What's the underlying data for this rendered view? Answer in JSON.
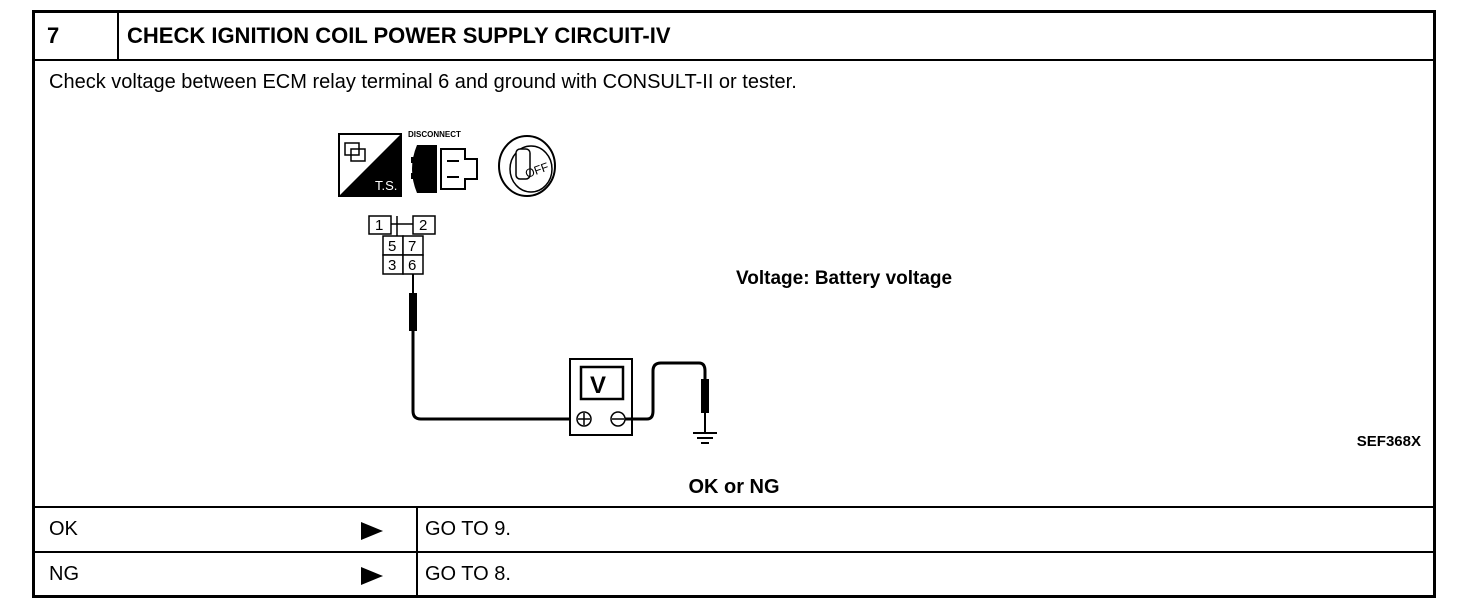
{
  "header": {
    "step_number": "7",
    "title": "CHECK IGNITION COIL POWER SUPPLY CIRCUIT-IV"
  },
  "content": {
    "instruction": "Check voltage between ECM relay terminal 6 and ground with CONSULT-II or tester.",
    "icons": {
      "ts_icon_label": "T.S.",
      "disconnect_label": "DISCONNECT",
      "key_label": "OFF"
    },
    "connector_terminals": [
      "1",
      "2",
      "5",
      "7",
      "3",
      "6"
    ],
    "meter_label": "V",
    "specification": "Voltage: Battery voltage",
    "figure_id": "SEF368X",
    "result_heading": "OK or NG"
  },
  "results": [
    {
      "label": "OK",
      "action": "GO TO 9."
    },
    {
      "label": "NG",
      "action": "GO TO 8."
    }
  ]
}
